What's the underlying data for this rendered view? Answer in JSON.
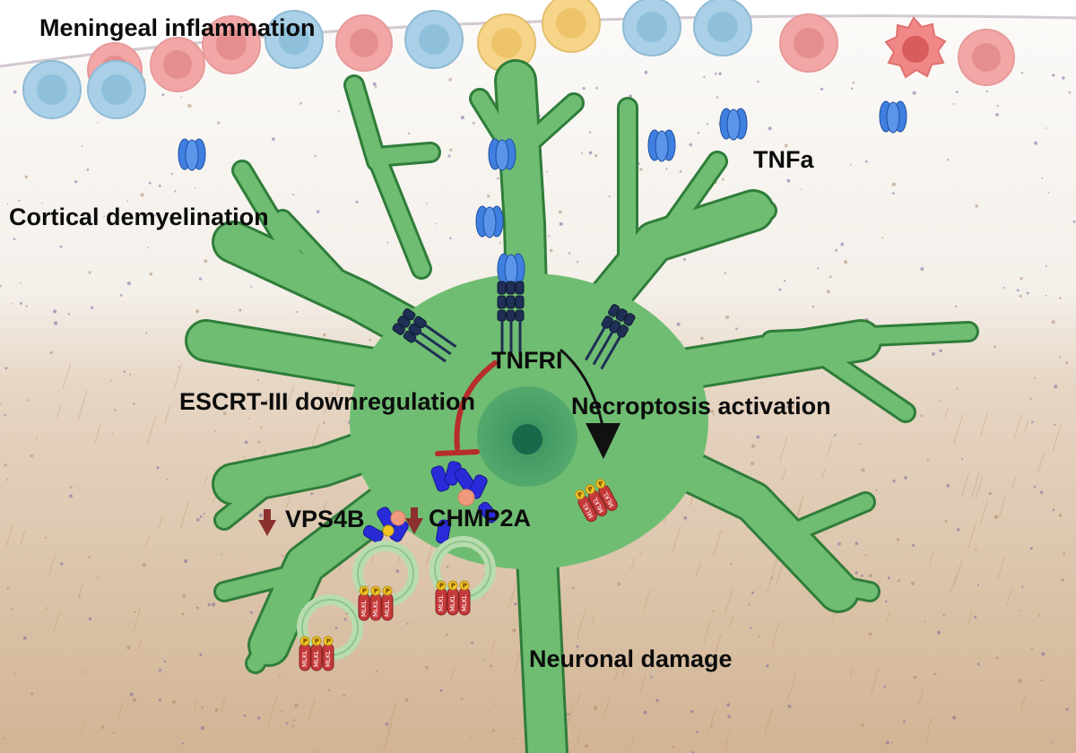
{
  "labels": {
    "meningeal_inflammation": "Meningeal inflammation",
    "cortical_demyelination": "Cortical demyelination",
    "tnfa": "TNFa",
    "tnfri": "TNFRI",
    "escrt_downregulation": "ESCRT-III downregulation",
    "necroptosis_activation": "Necroptosis activation",
    "vps4b": "VPS4B",
    "chmp2a": "CHMP2A",
    "neuronal_damage": "Neuronal damage"
  },
  "protein_labels": {
    "mlkl": "MLKL",
    "phospho": "P"
  },
  "colors": {
    "neuron_fill": "#6fbd72",
    "neuron_stroke": "#2f7d3a",
    "nucleus": "#3f9e63",
    "nucleolus": "#17694a",
    "tnf": "#3f7fe0",
    "receptor": "#1f2f55",
    "inhibition": "#b72d2d",
    "activation": "#111111",
    "mlkl": "#c63a3a",
    "phospho": "#f3c623",
    "escrt": "#2a2bd8",
    "cell_blue": "#a9d0e6",
    "cell_pink": "#f2a6a6",
    "cell_yellow": "#f6d58a",
    "tissue_top": "#f6f3ee",
    "tissue_bottom": "#d9bfa3"
  }
}
